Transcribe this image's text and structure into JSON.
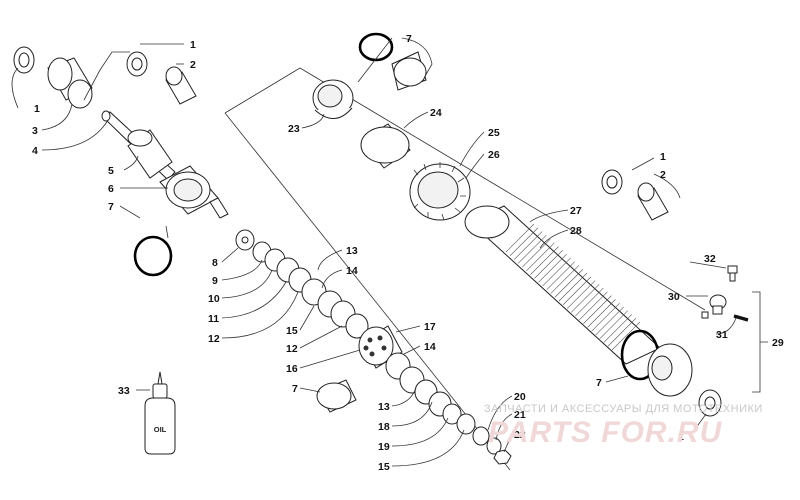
{
  "labels": [
    {
      "id": "l1a",
      "text": "1"
    },
    {
      "id": "l1b",
      "text": "1"
    },
    {
      "id": "l1c",
      "text": "1"
    },
    {
      "id": "l1d",
      "text": "1"
    },
    {
      "id": "l2a",
      "text": "2"
    },
    {
      "id": "l2b",
      "text": "2"
    },
    {
      "id": "l3",
      "text": "3"
    },
    {
      "id": "l4",
      "text": "4"
    },
    {
      "id": "l5",
      "text": "5"
    },
    {
      "id": "l6",
      "text": "6"
    },
    {
      "id": "l7a",
      "text": "7"
    },
    {
      "id": "l7b",
      "text": "7"
    },
    {
      "id": "l7c",
      "text": "7"
    },
    {
      "id": "l7d",
      "text": "7"
    },
    {
      "id": "l8",
      "text": "8"
    },
    {
      "id": "l9",
      "text": "9"
    },
    {
      "id": "l10",
      "text": "10"
    },
    {
      "id": "l11",
      "text": "11"
    },
    {
      "id": "l12a",
      "text": "12"
    },
    {
      "id": "l12b",
      "text": "12"
    },
    {
      "id": "l13a",
      "text": "13"
    },
    {
      "id": "l13b",
      "text": "13"
    },
    {
      "id": "l14a",
      "text": "14"
    },
    {
      "id": "l14b",
      "text": "14"
    },
    {
      "id": "l15a",
      "text": "15"
    },
    {
      "id": "l15b",
      "text": "15"
    },
    {
      "id": "l16",
      "text": "16"
    },
    {
      "id": "l17",
      "text": "17"
    },
    {
      "id": "l18",
      "text": "18"
    },
    {
      "id": "l19",
      "text": "19"
    },
    {
      "id": "l20",
      "text": "20"
    },
    {
      "id": "l21",
      "text": "21"
    },
    {
      "id": "l22",
      "text": "22"
    },
    {
      "id": "l23",
      "text": "23"
    },
    {
      "id": "l24",
      "text": "24"
    },
    {
      "id": "l25",
      "text": "25"
    },
    {
      "id": "l26",
      "text": "26"
    },
    {
      "id": "l27",
      "text": "27"
    },
    {
      "id": "l28",
      "text": "28"
    },
    {
      "id": "l29",
      "text": "29"
    },
    {
      "id": "l30",
      "text": "30"
    },
    {
      "id": "l31",
      "text": "31"
    },
    {
      "id": "l32",
      "text": "32"
    },
    {
      "id": "l33",
      "text": "33"
    }
  ],
  "oil_bottle_text": "OIL",
  "watermark": {
    "line1": "ЗАПЧАСТИ И АКСЕССУАРЫ ДЛЯ МОТОТЕХНИКИ",
    "logo": "PARTS FOR.RU"
  }
}
